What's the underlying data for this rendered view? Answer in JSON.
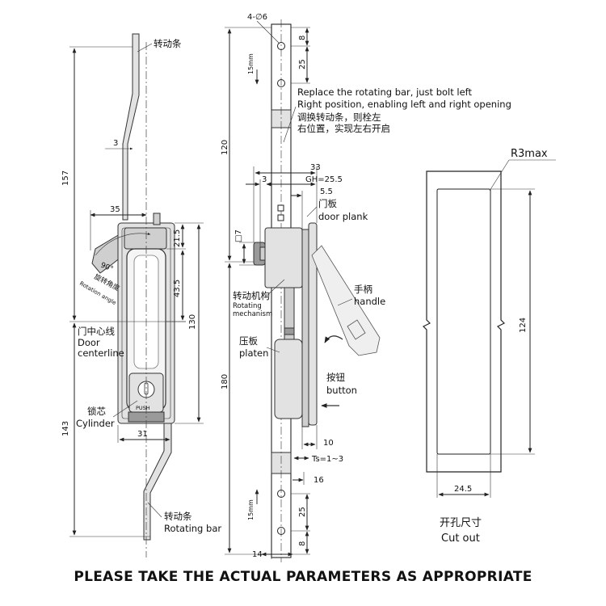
{
  "labels": {
    "top_bar_cn": "转动条",
    "rotation_angle_value": "90°",
    "rotation_angle_cn": "旋转角度",
    "rotation_angle_en": "Rotation angle",
    "door_centerline_cn": "门中心线",
    "door_centerline_en_1": "Door",
    "door_centerline_en_2": "centerline",
    "cylinder_cn": "锁芯",
    "cylinder_en": "Cylinder",
    "push_text": "PUSH",
    "rotating_bar_cn": "转动条",
    "rotating_bar_en": "Rotating bar",
    "holes": "4-∅6",
    "replace_en_1": "Replace the rotating bar, just bolt left",
    "replace_en_2": "Right position, enabling left and right opening",
    "replace_cn_1": "调换转动条，则栓左",
    "replace_cn_2": "右位置，实现左右开启",
    "door_plank_cn": "门板",
    "door_plank_en": "door plank",
    "mechanism_cn": "转动机构",
    "mechanism_en_1": "Rotating",
    "mechanism_en_2": "mechanism",
    "handle_cn": "手柄",
    "handle_en": "handle",
    "platen_cn": "压板",
    "platen_en": "platen",
    "button_cn": "按钮",
    "button_en": "button",
    "radius": "R3max",
    "cutout_cn": "开孔尺寸",
    "cutout_en": "Cut out",
    "stroke_top": "15mm",
    "stroke_bottom": "15mm"
  },
  "dimensions": {
    "left_157": "157",
    "left_3": "3",
    "left_35": "35",
    "left_21_5": "21.5",
    "left_43_5": "43.5",
    "left_130": "130",
    "left_143": "143",
    "left_31": "31",
    "mid_8_top": "8",
    "mid_25_top": "25",
    "mid_120": "120",
    "mid_33": "33",
    "mid_3": "3",
    "mid_gh": "GH=25.5",
    "mid_5_5": "5.5",
    "mid_sq7": "□7",
    "mid_180": "180",
    "mid_10": "10",
    "mid_ts": "Ts=1~3",
    "mid_16": "16",
    "mid_25_bottom": "25",
    "mid_8_bottom": "8",
    "mid_14": "14",
    "cut_124": "124",
    "cut_24_5": "24.5"
  },
  "footer": "PLEASE TAKE THE ACTUAL PARAMETERS AS APPROPRIATE"
}
